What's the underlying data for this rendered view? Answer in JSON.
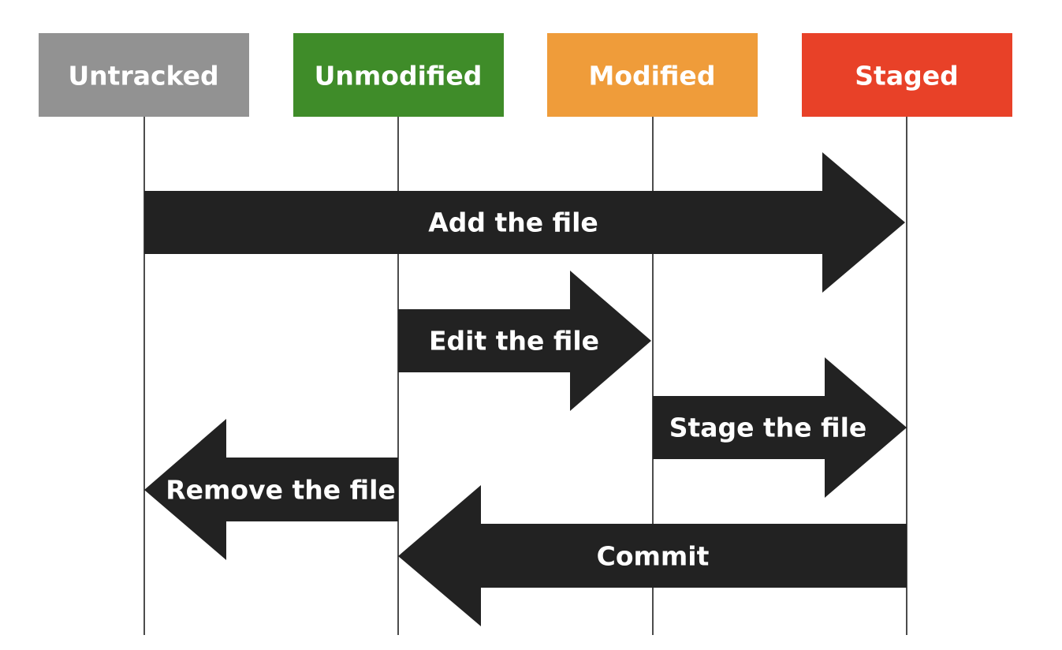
{
  "states": [
    {
      "id": "untracked",
      "label": "Untracked",
      "color": "#929292"
    },
    {
      "id": "unmodified",
      "label": "Unmodified",
      "color": "#3f8c29"
    },
    {
      "id": "modified",
      "label": "Modified",
      "color": "#ef9c3a"
    },
    {
      "id": "staged",
      "label": "Staged",
      "color": "#e84128"
    }
  ],
  "transitions": [
    {
      "id": "add",
      "label": "Add the file",
      "from": "untracked",
      "to": "staged"
    },
    {
      "id": "edit",
      "label": "Edit the file",
      "from": "unmodified",
      "to": "modified"
    },
    {
      "id": "stage",
      "label": "Stage the file",
      "from": "modified",
      "to": "staged"
    },
    {
      "id": "remove",
      "label": "Remove the file",
      "from": "unmodified",
      "to": "untracked"
    },
    {
      "id": "commit",
      "label": "Commit",
      "from": "staged",
      "to": "unmodified"
    }
  ],
  "arrow_color": "#222222"
}
